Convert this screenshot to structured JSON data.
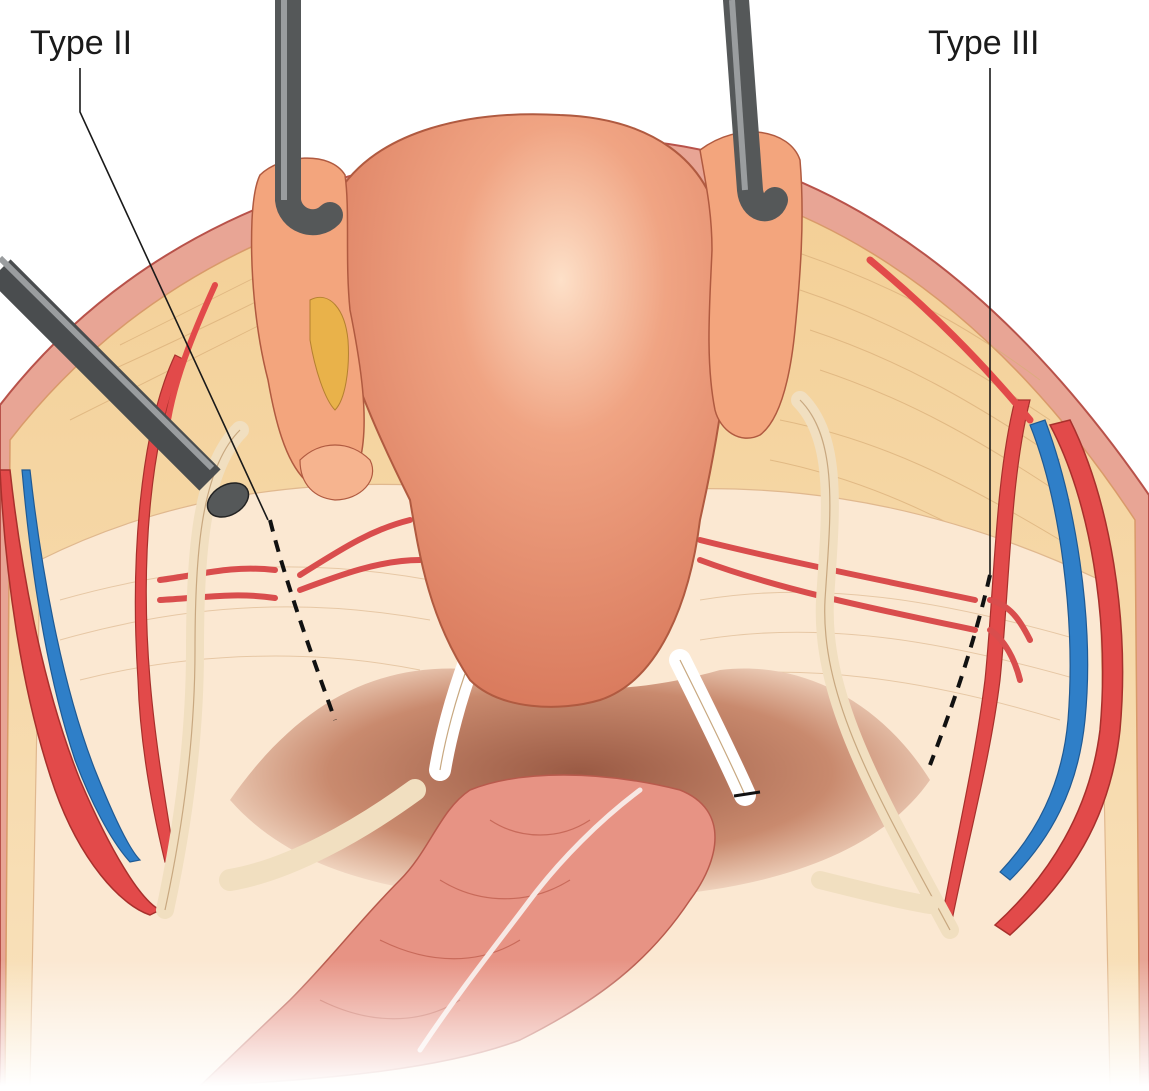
{
  "labels": {
    "left": "Type II",
    "right": "Type III"
  },
  "colors": {
    "background": "#ffffff",
    "peritoneum_rim": "#e59a8c",
    "broad_ligament": "#f6d9a6",
    "uterus": "#e88b6a",
    "artery": "#e24a4a",
    "vein": "#2f7fc8",
    "ureter": "#f1dfc0",
    "instrument": "#6d7073",
    "pelvic_floor": "#fbe9d6",
    "rectum": "#e79384",
    "cavity": "#a4614a"
  },
  "icons": [
    "retractor-instrument",
    "grasper-instrument"
  ]
}
